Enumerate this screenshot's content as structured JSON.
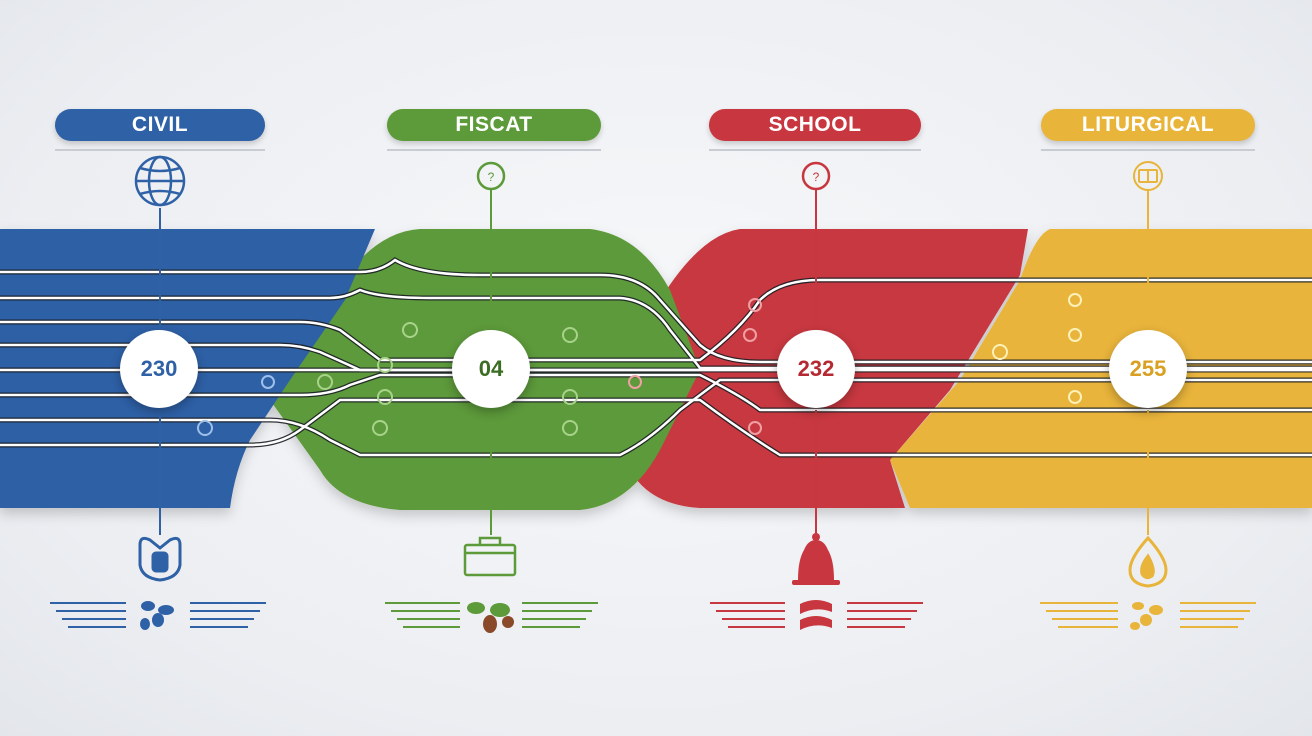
{
  "colors": {
    "civil": "#2f61a6",
    "fiscal": "#5d9a3a",
    "school": "#c8373f",
    "liturgical": "#e8b43a"
  },
  "categories": [
    {
      "key": "civil",
      "label": "CIVIL",
      "value": "230",
      "top_icon": "globe-icon",
      "bottom_icon": "medal-icon",
      "footer_icon": "flower-icon"
    },
    {
      "key": "fiscal",
      "label": "FISCAT",
      "value": "04",
      "top_icon": "pin-icon",
      "bottom_icon": "briefcase-icon",
      "footer_icon": "leaves-icon"
    },
    {
      "key": "school",
      "label": "SCHOOL",
      "value": "232",
      "top_icon": "pin-icon",
      "bottom_icon": "bell-icon",
      "footer_icon": "ribbon-icon"
    },
    {
      "key": "liturgical",
      "label": "LITURGICAL",
      "value": "255",
      "top_icon": "book-icon",
      "bottom_icon": "flame-icon",
      "footer_icon": "flower-icon"
    }
  ]
}
